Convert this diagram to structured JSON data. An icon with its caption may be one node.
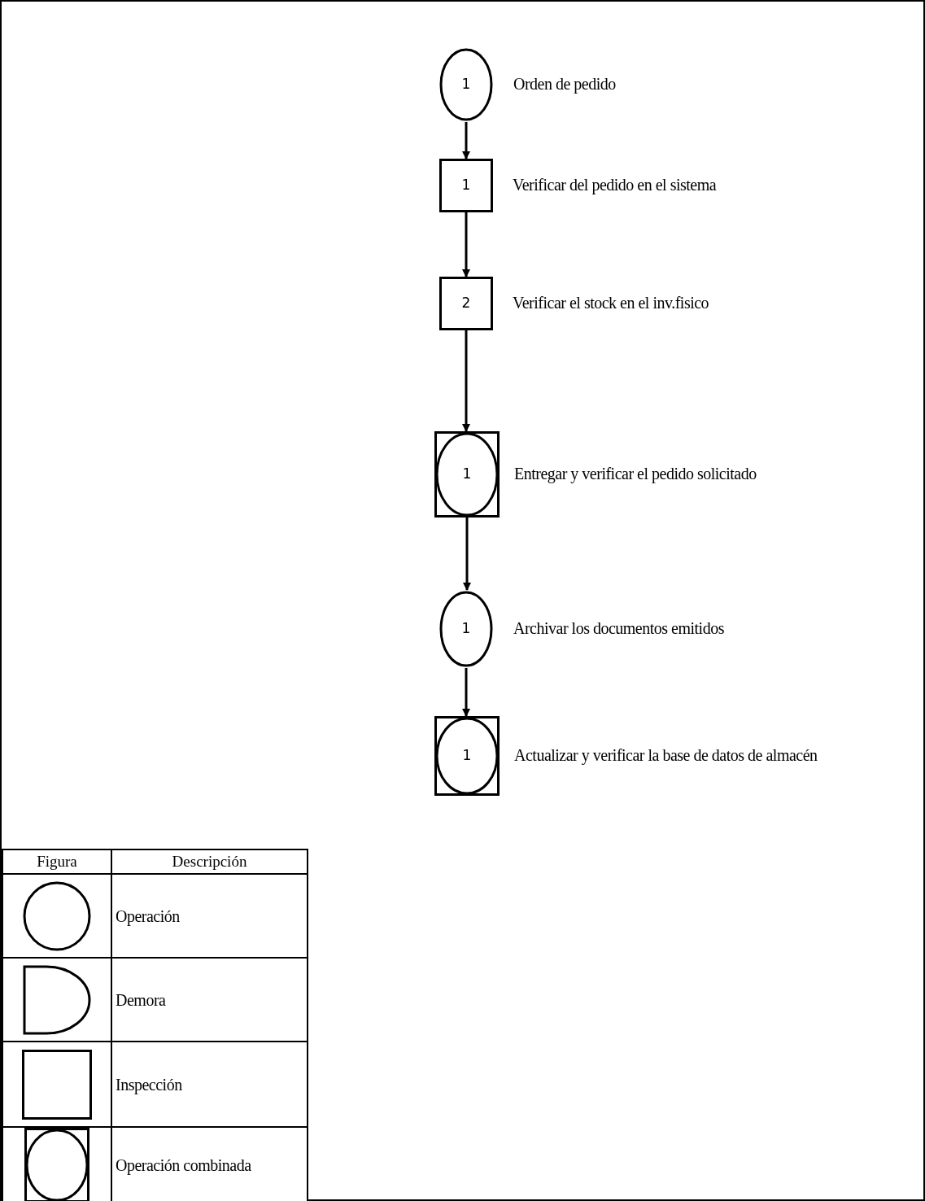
{
  "diagram": {
    "nodes": [
      {
        "text": [
          "1"
        ],
        "beside": [
          "Orden de pedido"
        ]
      },
      {
        "text": [
          "1"
        ],
        "beside": [
          "Verificar del pedido en el sistema"
        ]
      },
      {
        "text": [
          "2"
        ],
        "beside": [
          "Verificar el stock en el inv.fisico"
        ]
      },
      {
        "text": [
          "1"
        ],
        "beside": [
          "Entregar y verificar el pedido solicitado"
        ]
      },
      {
        "text": [
          "1"
        ],
        "beside": [
          "Archivar los documentos emitidos"
        ]
      },
      {
        "text": [
          "1"
        ],
        "beside": [
          "Actualizar y verificar la base de datos de almacén"
        ]
      }
    ],
    "edges": [
      {
        "from": 0,
        "to": 1,
        "arrow": "to"
      },
      {
        "from": 1,
        "to": 2,
        "arrow": "to"
      },
      {
        "from": 2,
        "to": 3,
        "arrow": "to"
      },
      {
        "from": 3,
        "to": 4,
        "arrow": "to"
      },
      {
        "from": 4,
        "to": 5,
        "arrow": "to"
      }
    ],
    "labels": [
      "Figura",
      "Descripción"
    ],
    "legend": [
      {
        "text": "Operación"
      },
      {
        "text": "Demora"
      },
      {
        "text": "Inspección"
      },
      {
        "text": "Operación combinada"
      }
    ]
  }
}
